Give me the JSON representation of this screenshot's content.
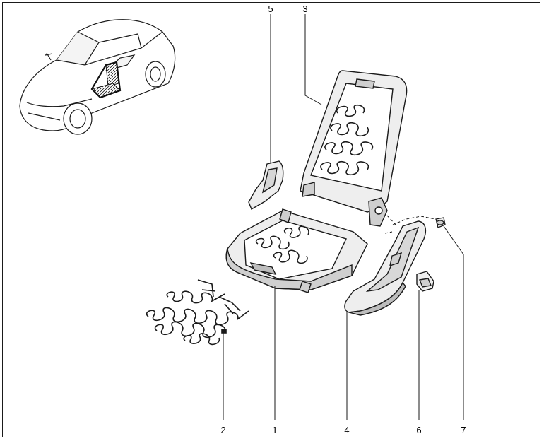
{
  "callouts": [
    {
      "id": "1",
      "label": "1"
    },
    {
      "id": "2",
      "label": "2"
    },
    {
      "id": "3",
      "label": "3"
    },
    {
      "id": "4",
      "label": "4"
    },
    {
      "id": "5",
      "label": "5"
    },
    {
      "id": "6",
      "label": "6"
    },
    {
      "id": "7",
      "label": "7"
    }
  ],
  "colors": {
    "line": "#1a1a1a",
    "part_fill": "#eeeeee",
    "part_shade": "#cfcfcf",
    "highlight": "#222222"
  },
  "icons": {
    "car": "car-location-icon",
    "seatback": "seatback-frame-icon",
    "cushion": "seat-cushion-frame-icon",
    "spring": "spring-mat-icon",
    "side_trim": "side-trim-cover-icon",
    "small_cover": "small-cover-icon",
    "handle": "adjuster-handle-icon",
    "screw": "screw-icon"
  }
}
